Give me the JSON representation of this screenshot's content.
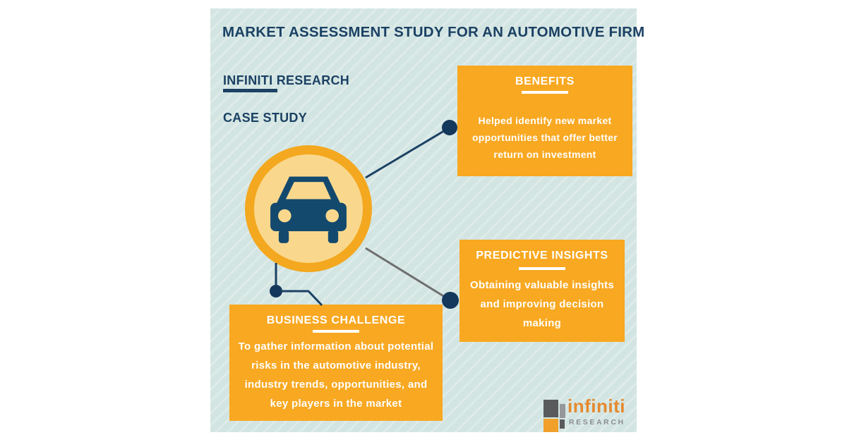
{
  "header": {
    "title": "MARKET ASSESSMENT STUDY FOR AN AUTOMOTIVE FIRM",
    "brand": "INFINITI RESEARCH",
    "subtitle": "CASE STUDY"
  },
  "boxes": {
    "benefits": {
      "title": "BENEFITS",
      "body": "Helped identify new market opportunities that offer better return on investment"
    },
    "predictive": {
      "title": "PREDICTIVE INSIGHTS",
      "body": "Obtaining valuable insights and improving decision making"
    },
    "challenge": {
      "title": "BUSINESS CHALLENGE",
      "body": "To gather information about potential risks in the automotive industry, industry trends, opportunities, and key players in the market"
    }
  },
  "logo": {
    "wordmark": "infiniti",
    "sub": "RESEARCH"
  },
  "icons": {
    "car": "car-icon"
  },
  "colors": {
    "panel_background": "#d3e5e2",
    "panel_stripe": "#deebe8",
    "navy_text": "#1b4164",
    "box_orange": "#f8a821",
    "circle_ring": "#f3a81f",
    "circle_fill": "#f9d88d",
    "car_navy": "#14496e",
    "connector_navy": "#1b4164",
    "connector_gray": "#6f6f6f",
    "logo_orange_word": "#e5892e",
    "logo_dark_gray": "#595a5c",
    "logo_mid_gray": "#95979a",
    "logo_sub_gray": "#8b8d90"
  }
}
